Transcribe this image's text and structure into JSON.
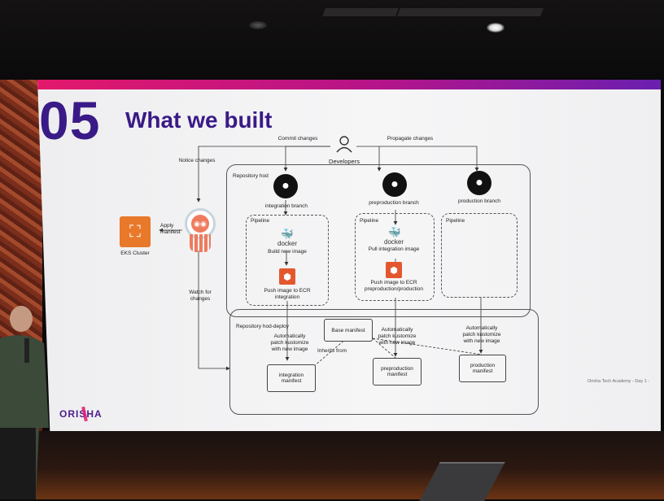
{
  "slide": {
    "number": "05",
    "title": "What we built",
    "footer_note": "Orisha Tech Academy - Day 1 -",
    "logo": "ORISHA"
  },
  "diagram": {
    "developers": "Developers",
    "commit_changes": "Commit changes",
    "propagate_changes": "Propagate changes",
    "notice_changes": "Notice changes",
    "apply_manifest": "Apply\nmanifest",
    "eks_cluster": "EKS Cluster",
    "watch_for_changes": "Watch for\nchanges",
    "repository_hod": "Repository hod",
    "integration_branch": "integration branch",
    "preproduction_branch": "preproduction branch",
    "production_branch": "production branch",
    "pipeline": "Pipeline",
    "docker": "docker",
    "build_new_image": "Build new image",
    "pull_integration_image": "Pull integration image",
    "push_ecr_integration": "Push image to ECR\nintegration",
    "push_ecr_preprod": "Push image to ECR\npreproduction/production",
    "repository_hod_deploy": "Repository hod-deploy",
    "auto_patch": "Automatically\npatch kustomize\nwith new image",
    "base_manifest": "Base manifest",
    "inherits_from": "Inherits from",
    "integration_manifest": "integration\nmanifest",
    "preproduction_manifest": "preproduction\nmanifest",
    "production_manifest": "production\nmanifest"
  },
  "colors": {
    "accent_title": "#3a1a86",
    "bar_start": "#e3186b",
    "bar_end": "#6a1fb0",
    "docker_blue": "#1d91e6",
    "ecr_orange": "#e4572e",
    "eks_orange": "#e8782a"
  },
  "icons": [
    "user-icon",
    "github-icon",
    "docker-icon",
    "ecr-icon",
    "eks-icon",
    "argo-icon"
  ]
}
